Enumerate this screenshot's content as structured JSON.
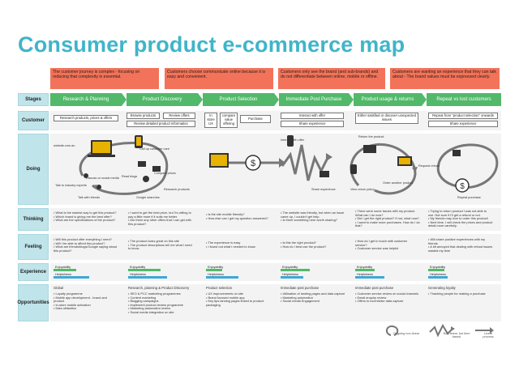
{
  "title": "Consumer product e-commerce map",
  "concerns": [
    "The customer journey is complex - focusing on reducing that complexity is essential.",
    "Customers choose communicate online because it is easy and convenient.",
    "Customers only see the brand (and sub-brands) and do not differentiate between online, mobile or offline.",
    "Customers are wanting an experience that they can talk about - The brand values must be expressed clearly."
  ],
  "row_labels": {
    "stages": "Stages",
    "customer": "Customer",
    "doing": "Doing",
    "thinking": "Thinking",
    "feeling": "Feeling",
    "experience": "Experience",
    "opportunities": "Opportunities"
  },
  "stages": [
    "Research & Planning",
    "Product Discovery",
    "Product Selection",
    "Immediate Post Purchase",
    "Product usage & returns",
    "Repeat vs lost customers"
  ],
  "customer_boxes": {
    "research": "Research products, prices & offers",
    "browse": "Browse products",
    "review_offers": "Review offers",
    "review_detailed": "Review detailed product information",
    "in_store": "In store UX",
    "compare": "compare value offering",
    "purchase": "Purchase",
    "interact": "Interact with offer",
    "share1": "Share experience",
    "satisfied": "Either satisfied or discover unexpected issues",
    "repeat": "Repeat from \"product selection\" onwards",
    "share2": "Share experience"
  },
  "doing_labels": {
    "website": "website.com.au",
    "call_up": "Call up customer care",
    "read_blogs": "Read blogs",
    "compare_prices": "Compare prices",
    "discuss": "Discuss on social media",
    "talk_experts": "Talk to industry experts",
    "talk_friends": "Talk with friends",
    "google": "Google searches",
    "research_products": "Research products",
    "interact_offer": "Interact with offer",
    "share_experience": "Share experience",
    "return_product": "Return the product",
    "view_return": "View return policy",
    "order_another": "Order another product",
    "request_refund": "Request refund",
    "repeat_purchase": "Repeat purchase"
  },
  "thinking": [
    "• What is the easiest way to get this product?\n• Which brand is giving me the best offer?\n• What are the specifications of the product?",
    "• I want to get the best price, but I'm willing to\n  pay a little more if it suits me better.\n• Are there any other offers that I can get with\n  this product?",
    "• Is the site mobile friendly?\n• How else can I get my question answered?",
    "• The website was friendly, but when an issue\n  came up, I couldn't get help.\n• Is there something here worth sharing?",
    "• There were some issues with my product.\n  What can I do now?\n• Did I get the right product? If not, what now?\n• I want to make more purchases. How do I do\n  that?",
    "• Trying to return product I was not able to\n  use. Not sure if I'll get a refund or not.\n• My friends may love to order this product!\n• Next time, I will check the prices and product\n  detail more carefully."
  ],
  "feeling": [
    "• Will this product offer everything I need?\n• Will I be able to afford this product?\n• What are friends/blogs/Google saying about\n  this product?",
    "• The product looks great on this site\n• The product descriptions tell me what I need\n  to know",
    "• The experience is easy\n• I found out what I needed to know",
    "• Is this the right product?\n• How do I best use the product?",
    "• How do I get in touch with customer\n  service?\n• Customer service was helpful",
    "• Will share positive experiences with my\n  friends\n• A bit annoyed that dealing with refund issues\n  wasted my time"
  ],
  "experience_labels": {
    "enjoyability": "Enjoyability",
    "helpfulness": "Helpfulness"
  },
  "experience": [
    {
      "enjoyability": 0.35,
      "helpfulness": 0.55
    },
    {
      "enjoyability": 0.5,
      "helpfulness": 0.6
    },
    {
      "enjoyability": 0.25,
      "helpfulness": 0.5
    },
    {
      "enjoyability": 0.45,
      "helpfulness": 0.35
    },
    {
      "enjoyability": 0.3,
      "helpfulness": 0.45
    },
    {
      "enjoyability": 0.25,
      "helpfulness": 0.3
    }
  ],
  "opportunity_heads": [
    "Global",
    "Research, planning & Product Discovery",
    "Product selection",
    "Immediate post purchase",
    "Immediate post purchase",
    "Generating loyalty"
  ],
  "opportunities": [
    "• Loyalty programme\n• Mobile app development - brand and\n  product\n• In-store mobile activation\n• Data utilisation",
    "• SEO & PCC marketing programmes\n• Content marketing\n• Blogging campaigns\n• Implement product review programme\n• Marketing automation review\n• Social media integration on site",
    "• UX improvements on site\n• Brand focused mobile app\n• Key tips landing pages linked to product\n  packaging",
    "• Utilisation of landing pages and data capture\n• Marketing automation\n• Social media Engagement",
    "• Customer service review on social channels\n• Email enquiry review\n• Offers to incentivise data capture",
    "• Thanking people for making a purchase"
  ],
  "legend": {
    "ongoing": "Ongoing non-linear",
    "nonlinear": "Non-linear, but time based",
    "linear": "Linear process"
  },
  "colors": {
    "accent": "#3fb5c9",
    "stage": "#52b96a",
    "concern": "#f2735a",
    "enjoyability": "#52b96a",
    "helpfulness": "#3fa7d6",
    "lane": "#f3f3f3"
  }
}
